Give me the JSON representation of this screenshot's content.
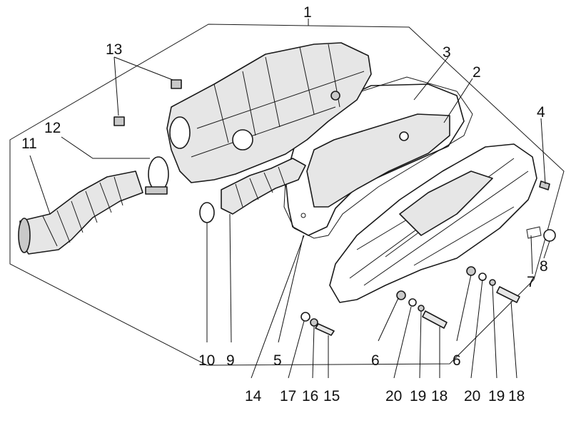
{
  "callouts": [
    {
      "id": "1",
      "label": "1"
    },
    {
      "id": "2",
      "label": "2"
    },
    {
      "id": "3",
      "label": "3"
    },
    {
      "id": "4",
      "label": "4"
    },
    {
      "id": "5",
      "label": "5"
    },
    {
      "id": "6a",
      "label": "6"
    },
    {
      "id": "6b",
      "label": "6"
    },
    {
      "id": "7",
      "label": "7"
    },
    {
      "id": "8",
      "label": "8"
    },
    {
      "id": "9",
      "label": "9"
    },
    {
      "id": "10",
      "label": "10"
    },
    {
      "id": "11",
      "label": "11"
    },
    {
      "id": "12",
      "label": "12"
    },
    {
      "id": "13",
      "label": "13"
    },
    {
      "id": "14",
      "label": "14"
    },
    {
      "id": "15",
      "label": "15"
    },
    {
      "id": "16",
      "label": "16"
    },
    {
      "id": "17",
      "label": "17"
    },
    {
      "id": "18a",
      "label": "18"
    },
    {
      "id": "18b",
      "label": "18"
    },
    {
      "id": "19a",
      "label": "19"
    },
    {
      "id": "19b",
      "label": "19"
    },
    {
      "id": "20a",
      "label": "20"
    },
    {
      "id": "20b",
      "label": "20"
    }
  ]
}
